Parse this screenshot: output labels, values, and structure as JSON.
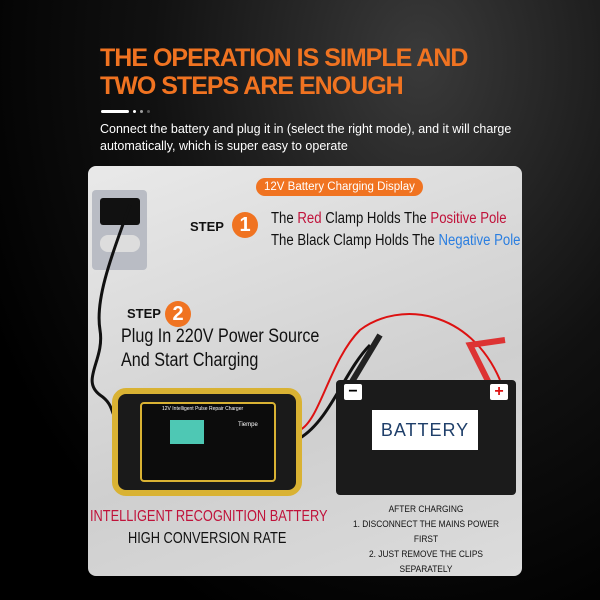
{
  "header": {
    "title_line1": "THE OPERATION IS SIMPLE AND",
    "title_line2": "TWO STEPS ARE ENOUGH",
    "subtitle": "Connect the battery and plug it in (select the right mode), and it will charge automatically, which is super easy to operate"
  },
  "display_pill": "12V Battery Charging Display",
  "step1": {
    "label": "STEP",
    "number": "1",
    "line1": [
      "The ",
      "Red",
      " Clamp Holds The ",
      "Positive Pole"
    ],
    "line2": [
      "The Black Clamp Holds The ",
      "Negative Pole"
    ]
  },
  "step2": {
    "label": "STEP",
    "number": "2",
    "line1": "Plug In 220V Power Source",
    "line2": "And Start Charging"
  },
  "charger": {
    "title": "12V Intelligent Pulse Repair Charger",
    "brand": "Tiempe"
  },
  "battery": {
    "label": "BATTERY",
    "minus": "−",
    "plus": "+"
  },
  "footer_left": {
    "line1": "INTELLIGENT RECOGNITION BATTERY",
    "line2": "HIGH CONVERSION RATE"
  },
  "footer_right": {
    "title": "AFTER CHARGING",
    "item1": "1. DISCONNECT THE MAINS POWER FIRST",
    "item2": "2. JUST REMOVE THE CLIPS SEPARATELY"
  },
  "colors": {
    "accent": "#f07321",
    "red": "#c0123a",
    "blue": "#2a7ee0",
    "charger_yellow": "#d9b233"
  }
}
